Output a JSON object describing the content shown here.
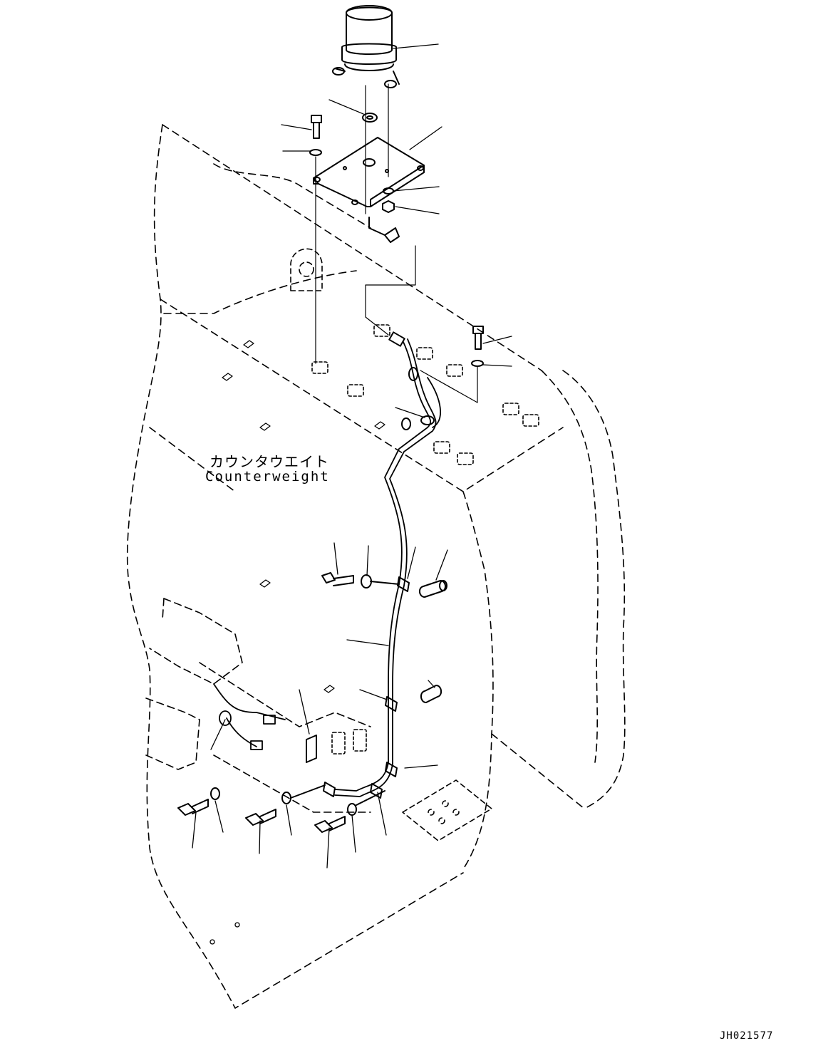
{
  "labels": {
    "part_name_jp": "カウンタウエイト",
    "part_name_en": "Counterweight",
    "drawing_code": "JH021577"
  }
}
